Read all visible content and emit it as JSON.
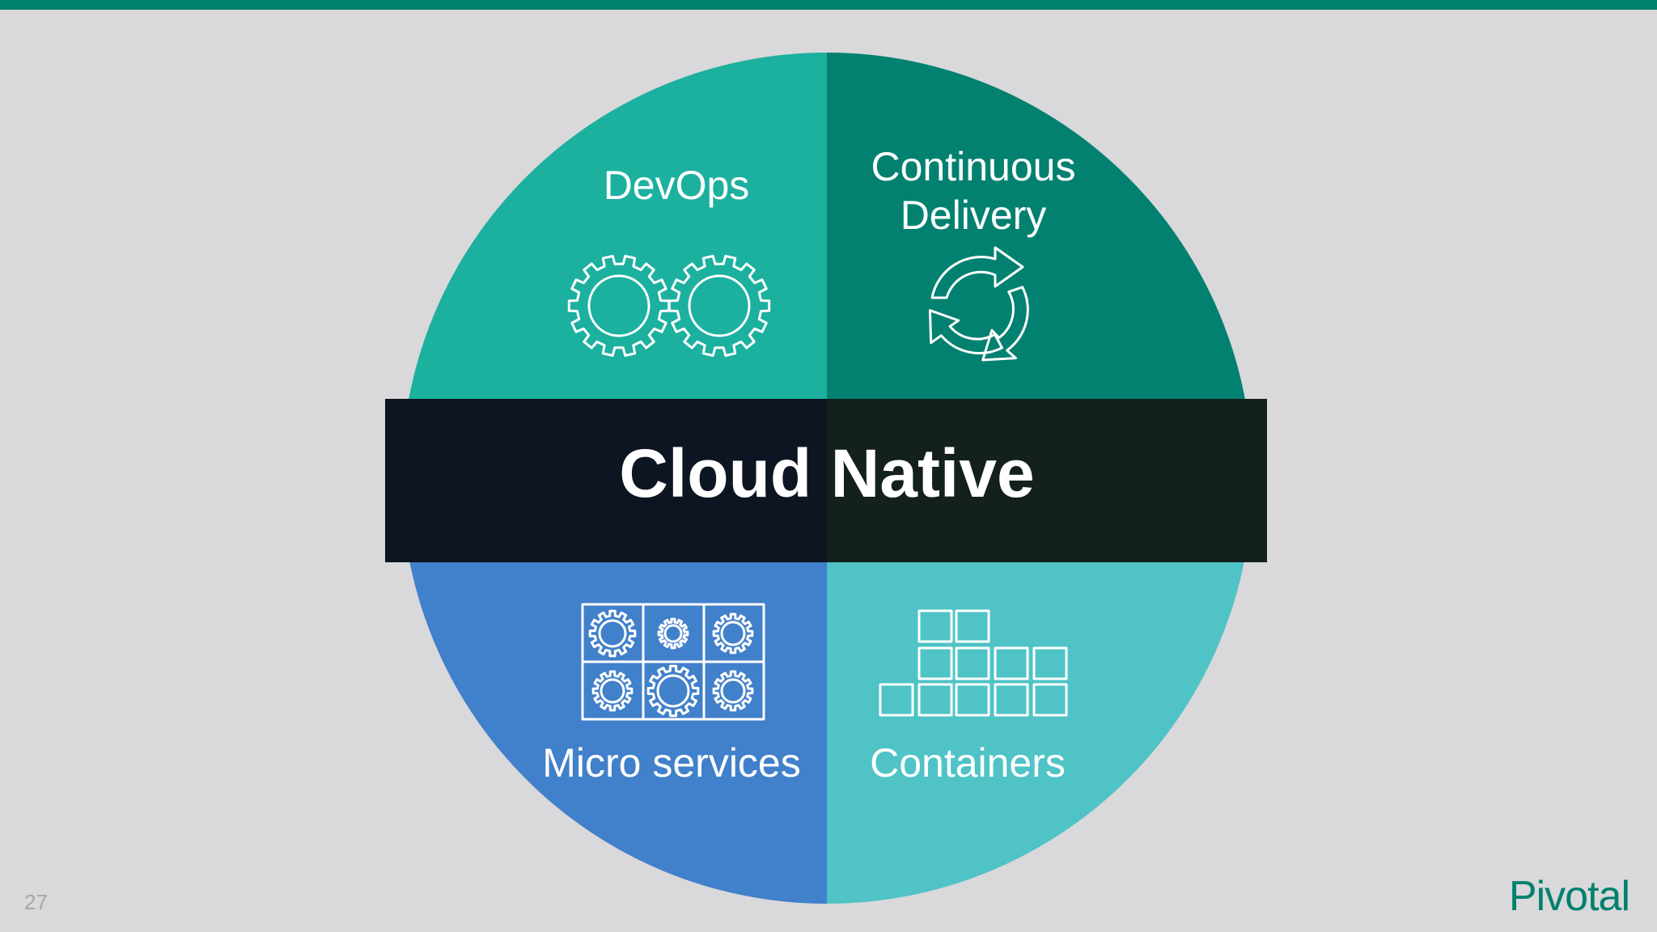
{
  "slide": {
    "number": "27",
    "logo_text": "Pivotal"
  },
  "colors": {
    "top_bar": "#00806e",
    "background": "#d9d8da",
    "devops": "#1cb09f",
    "continuous_delivery": "#038170",
    "micro_services": "#4180ca",
    "containers": "#4fc3c6",
    "band_left": "#0d1522",
    "band_right": "#13201e"
  },
  "diagram": {
    "center_label": "Cloud Native",
    "quadrants": {
      "devops": {
        "label": "DevOps",
        "icon": "gears-icon"
      },
      "continuous_delivery": {
        "line1": "Continuous",
        "line2": "Delivery",
        "icon": "cycle-arrows-icon"
      },
      "micro_services": {
        "label": "Micro services",
        "icon": "gear-grid-icon"
      },
      "containers": {
        "label": "Containers",
        "icon": "stacked-boxes-icon"
      }
    }
  }
}
